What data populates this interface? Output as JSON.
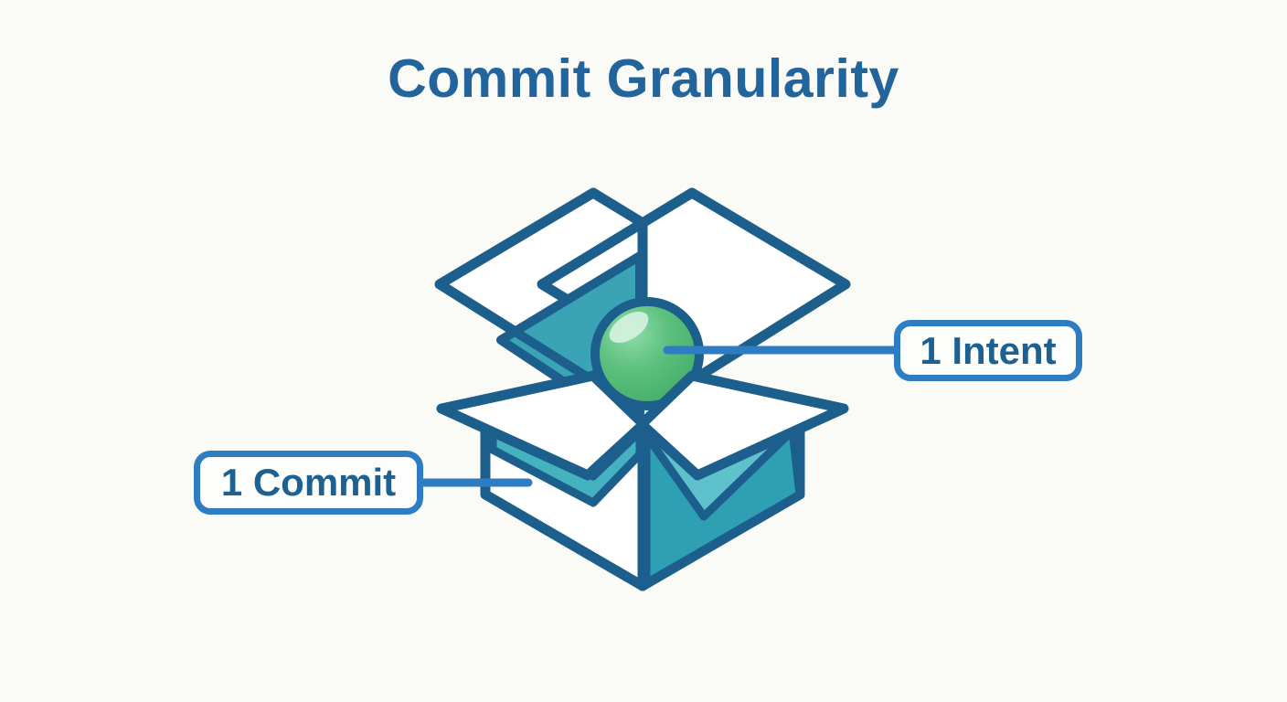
{
  "header": {
    "title": "Commit Granularity",
    "title_color": "#21659c"
  },
  "diagram": {
    "intent_label": "1 Intent",
    "commit_label": "1 Commit",
    "icons": [
      "open-box-icon",
      "sphere-icon"
    ],
    "colors": {
      "background": "#fafaf6",
      "box_outline": "#1d5f8c",
      "callout_border": "#2e7dc2",
      "callout_text": "#1d6193",
      "connector_blue": "#2e7dc2",
      "teal_interior": "#3aa4b6",
      "teal_light_face": "#5ec1cb",
      "teal_dark_chevron": "#2f9fb3",
      "teal_left_chevron": "#45b2c0",
      "sphere_green": "#57bd7b",
      "sphere_highlight": "#d6f2e0"
    }
  }
}
